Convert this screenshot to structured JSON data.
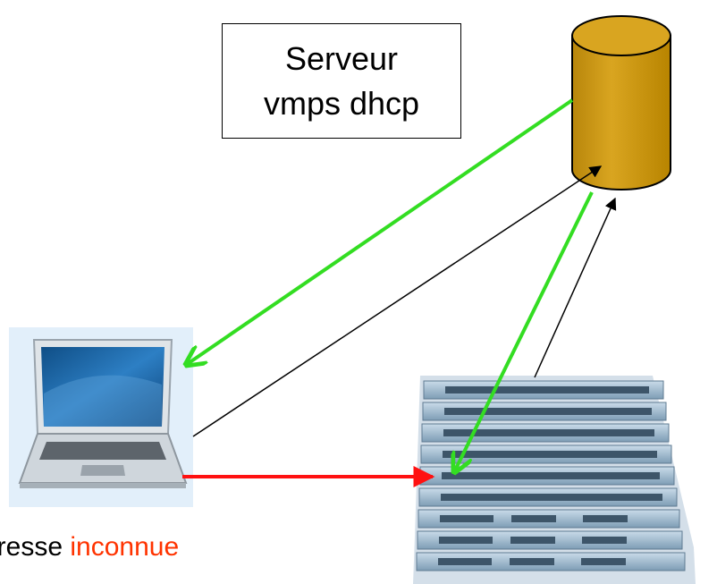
{
  "server_box": {
    "line1": "Serveur",
    "line2": "vmps dhcp"
  },
  "caption": {
    "prefix": "dresse ",
    "accent": "inconnue"
  },
  "colors": {
    "server_body": "#cc9900",
    "green_arrow": "#33dd22",
    "red_arrow": "#ff1111",
    "black_arrow": "#000000",
    "caption_accent": "#ff3300"
  },
  "icons": {
    "server": "database-cylinder-icon",
    "laptop": "laptop-icon",
    "switch": "network-switch-stack-icon"
  }
}
